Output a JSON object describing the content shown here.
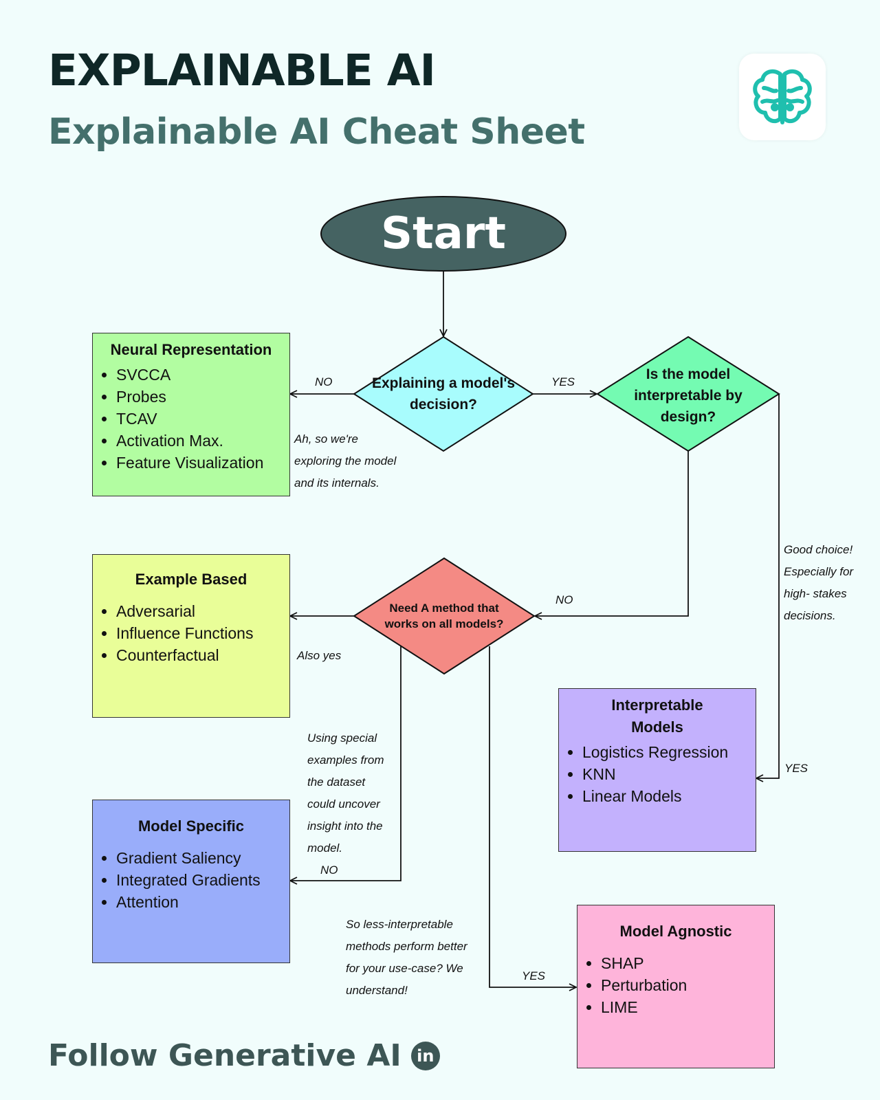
{
  "header": {
    "title": "EXPLAINABLE AI",
    "subtitle": "Explainable AI Cheat Sheet",
    "logo_icon": "brain-icon",
    "accent_color": "#1fbfae"
  },
  "start": {
    "label": "Start",
    "color": "#456362"
  },
  "decisions": {
    "explaining": {
      "text": "Explaining a model's decision?",
      "color": "#a8fcfd"
    },
    "interpretable": {
      "text": "Is the model interpretable by design?",
      "color": "#74fbb2"
    },
    "all_models": {
      "text": "Need A method that works on all models?",
      "color": "#f48a84"
    }
  },
  "boxes": {
    "neural": {
      "title": "Neural Representation",
      "color": "#b2fda1",
      "items": [
        "SVCCA",
        "Probes",
        "TCAV",
        "Activation Max.",
        "Feature Visualization"
      ]
    },
    "example": {
      "title": "Example Based",
      "color": "#e9fe98",
      "items": [
        "Adversarial",
        "Influence Functions",
        "Counterfactual"
      ]
    },
    "specific": {
      "title": "Model Specific",
      "color": "#99adfa",
      "items": [
        "Gradient Saliency",
        "Integrated Gradients",
        "Attention"
      ]
    },
    "interpretable": {
      "title": "Interpretable Models",
      "color": "#c3b1fd",
      "items": [
        "Logistics Regression",
        "KNN",
        "Linear Models"
      ]
    },
    "agnostic": {
      "title": "Model Agnostic",
      "color": "#feb4da",
      "items": [
        "SHAP",
        "Perturbation",
        "LIME"
      ]
    }
  },
  "edge_labels": {
    "no_1": "NO",
    "yes_1": "YES",
    "no_2": "NO",
    "yes_2": "YES",
    "no_3": "NO",
    "yes_3": "YES"
  },
  "notes": {
    "internals": [
      "Ah, so we're",
      "exploring the model",
      "and its internals."
    ],
    "good_choice": [
      "Good choice!",
      "Especially for",
      "high- stakes",
      "decisions."
    ],
    "also_yes": [
      "Also yes"
    ],
    "special_examples": [
      "Using special",
      "examples from",
      "the dataset",
      "could uncover",
      "insight into the",
      "model."
    ],
    "less_interpretable": [
      "So less-interpretable",
      "methods perform better",
      "for your use-case? We",
      "understand!"
    ]
  },
  "footer": {
    "text": "Follow Generative AI",
    "badge": "in",
    "badge_icon": "linkedin-icon"
  }
}
